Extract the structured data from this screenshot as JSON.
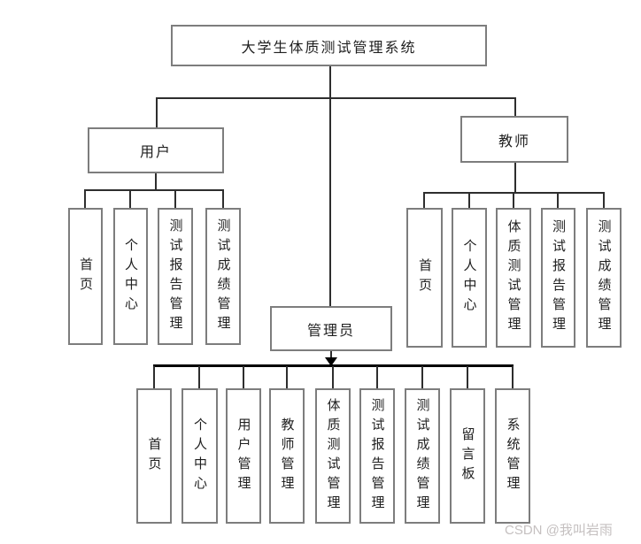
{
  "tree": {
    "root": {
      "label": "大学生体质测试管理系统"
    },
    "user": {
      "label": "用户",
      "children": [
        "首页",
        "个人中心",
        "测试报告管理",
        "测试成绩管理"
      ]
    },
    "teacher": {
      "label": "教师",
      "children": [
        "首页",
        "个人中心",
        "体质测试管理",
        "测试报告管理",
        "测试成绩管理"
      ]
    },
    "admin": {
      "label": "管理员",
      "children": [
        "首页",
        "个人中心",
        "用户管理",
        "教师管理",
        "体质测试管理",
        "测试报告管理",
        "测试成绩管理",
        "留言板",
        "系统管理"
      ]
    }
  },
  "watermark": {
    "label": "CSDN @我叫岩雨"
  },
  "colors": {
    "box_border": "#7d7d7d",
    "connector": "#2e2e2e",
    "admin_bus": "#000000",
    "text": "#1f1f1f",
    "watermark": "#c5c0c0"
  }
}
